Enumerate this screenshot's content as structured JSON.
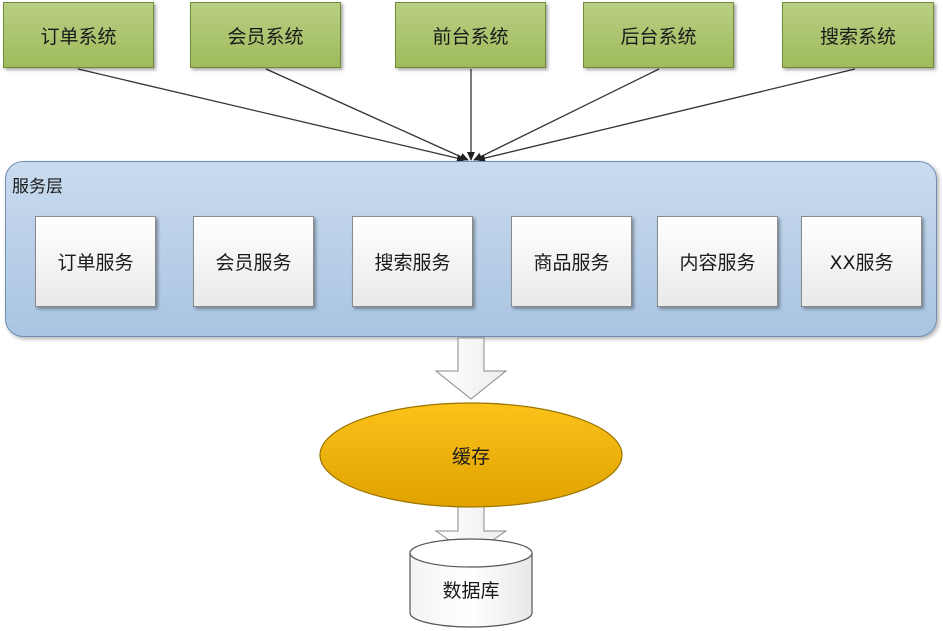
{
  "systems": [
    {
      "label": "订单系统"
    },
    {
      "label": "会员系统"
    },
    {
      "label": "前台系统"
    },
    {
      "label": "后台系统"
    },
    {
      "label": "搜索系统"
    }
  ],
  "service_layer": {
    "title": "服务层",
    "services": [
      {
        "label": "订单服务"
      },
      {
        "label": "会员服务"
      },
      {
        "label": "搜索服务"
      },
      {
        "label": "商品服务"
      },
      {
        "label": "内容服务"
      },
      {
        "label": "XX服务"
      }
    ]
  },
  "cache": {
    "label": "缓存"
  },
  "database": {
    "label": "数据库"
  },
  "colors": {
    "system_fill": "#a9c26a",
    "layer_fill": "#b8cfe8",
    "cache_fill": "#f0b400",
    "arrow_fill": "#ffffff"
  }
}
